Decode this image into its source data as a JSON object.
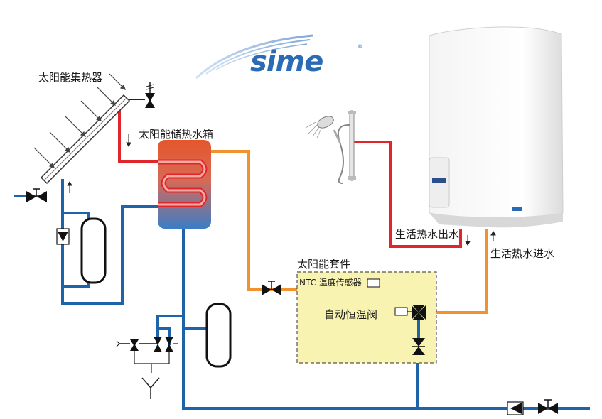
{
  "brand": {
    "logo_text": "sime",
    "registered": "®"
  },
  "labels": {
    "collector": "太阳能集热器",
    "tank": "太阳能储热水箱",
    "hot_out": "生活热水出水",
    "cold_in": "生活热水进水",
    "kit": "太阳能套件",
    "ntc": "NTC 温度传感器",
    "mixing_valve": "自动恒温阀"
  },
  "colors": {
    "cold_pipe": "#1f63a8",
    "hot_pipe": "#e0262b",
    "warm_pipe": "#f0922f",
    "kit_fill": "#f8f3b0",
    "tank_top": "#e5562b",
    "tank_bottom": "#3a7dc7"
  },
  "icons": [
    "shower-icon",
    "wall-boiler-icon",
    "expansion-vessel-icon",
    "valve-icon",
    "check-valve-icon",
    "drain-icon"
  ]
}
